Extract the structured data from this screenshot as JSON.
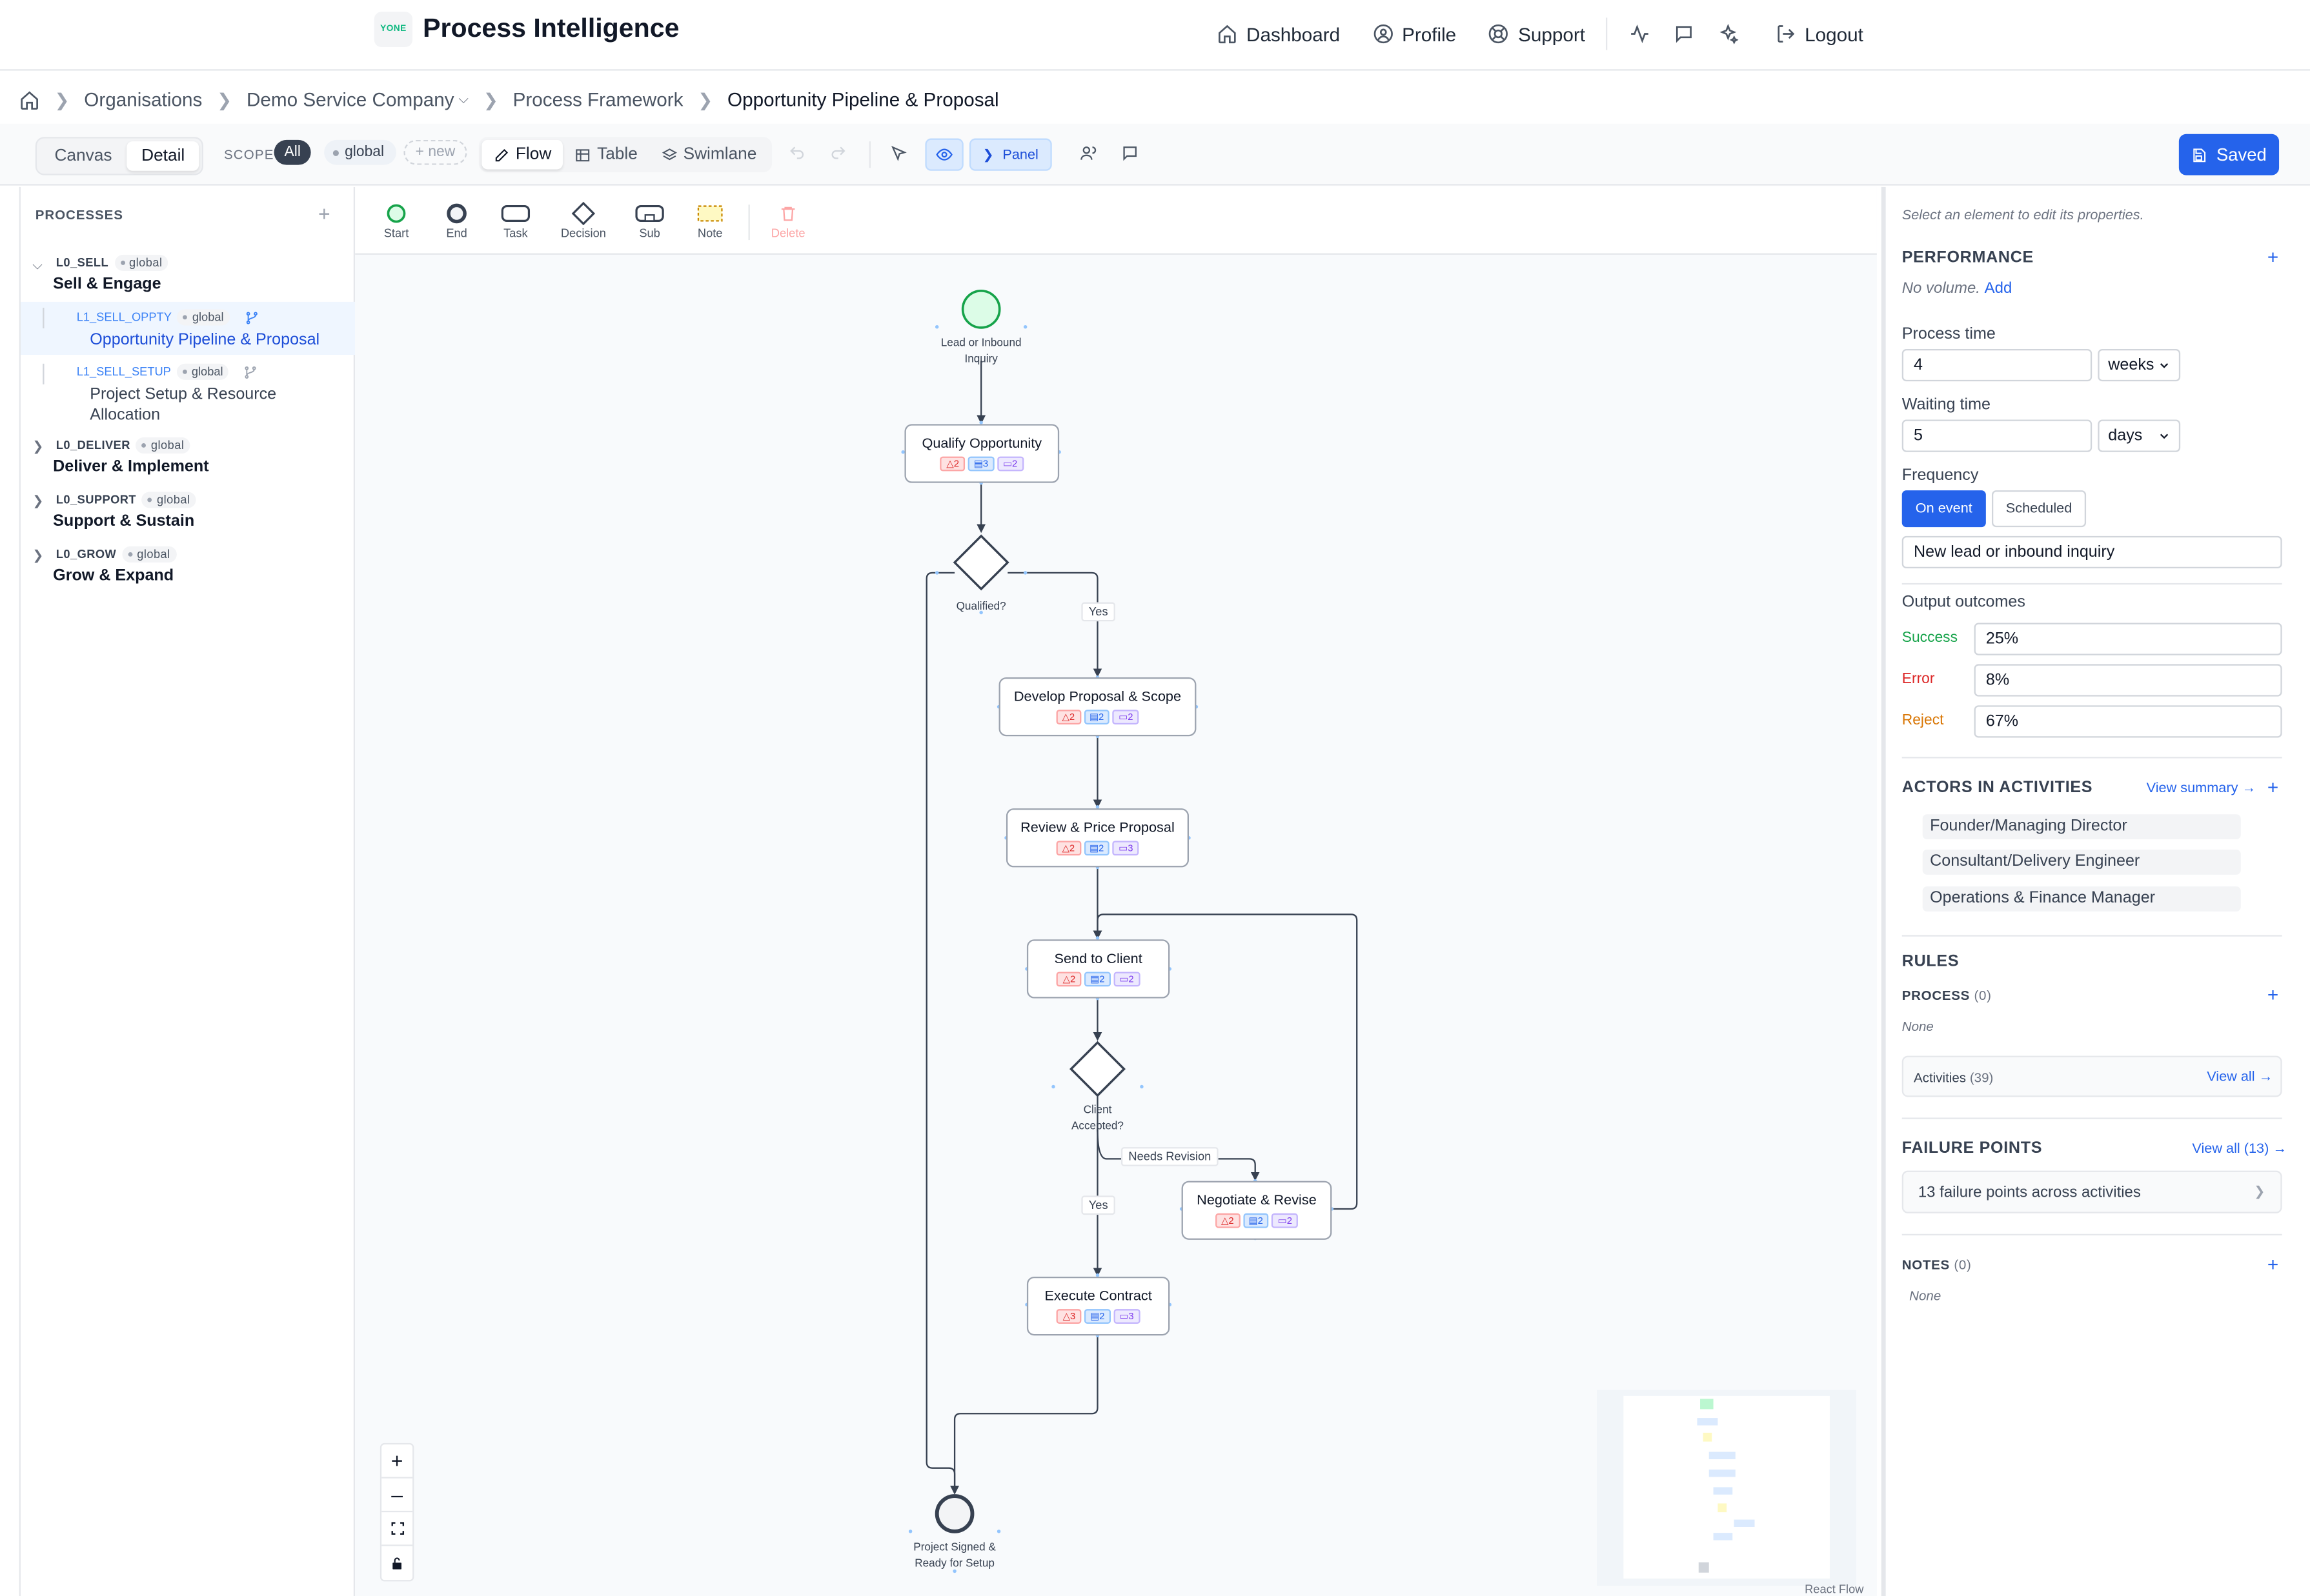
{
  "header": {
    "logo_text": "YONE",
    "app_title": "Process Intelligence",
    "nav": [
      {
        "label": "Dashboard",
        "icon": "home-icon"
      },
      {
        "label": "Profile",
        "icon": "user-circle-icon"
      },
      {
        "label": "Support",
        "icon": "lifebuoy-icon"
      }
    ],
    "logout_label": "Logout"
  },
  "breadcrumb": {
    "items": [
      "Organisations",
      "Demo Service Company",
      "Process Framework"
    ],
    "current": "Opportunity Pipeline & Proposal"
  },
  "toolbar": {
    "mode_canvas": "Canvas",
    "mode_detail": "Detail",
    "scope_label": "SCOPE",
    "scope_all": "All",
    "scope_global": "global",
    "scope_new": "+ new",
    "view_flow": "Flow",
    "view_table": "Table",
    "view_swimlane": "Swimlane",
    "panel_label": "Panel",
    "saved_label": "Saved"
  },
  "sidebar": {
    "title": "PROCESSES",
    "tag": "global",
    "groups": [
      {
        "code": "L0_SELL",
        "name": "Sell & Engage"
      },
      {
        "code": "L0_DELIVER",
        "name": "Deliver & Implement"
      },
      {
        "code": "L0_SUPPORT",
        "name": "Support & Sustain"
      },
      {
        "code": "L0_GROW",
        "name": "Grow & Expand"
      }
    ],
    "children": [
      {
        "code": "L1_SELL_OPPTY",
        "name": "Opportunity Pipeline & Proposal"
      },
      {
        "code": "L1_SELL_SETUP",
        "name_line1": "Project Setup & Resource",
        "name_line2": "Allocation"
      }
    ]
  },
  "palette": {
    "start": "Start",
    "end": "End",
    "task": "Task",
    "decision": "Decision",
    "sub": "Sub",
    "note": "Note",
    "delete": "Delete"
  },
  "flow": {
    "start_label_1": "Lead or Inbound",
    "start_label_2": "Inquiry",
    "end_label_1": "Project Signed &",
    "end_label_2": "Ready for Setup",
    "decision1": "Qualified?",
    "decision2_1": "Client",
    "decision2_2": "Accepted?",
    "edge_yes": "Yes",
    "edge_needs_revision": "Needs Revision",
    "tasks": [
      {
        "title": "Qualify Opportunity",
        "r": "2",
        "b": "3",
        "p": "2"
      },
      {
        "title": "Develop Proposal & Scope",
        "r": "2",
        "b": "2",
        "p": "2"
      },
      {
        "title": "Review & Price Proposal",
        "r": "2",
        "b": "2",
        "p": "3"
      },
      {
        "title": "Send to Client",
        "r": "2",
        "b": "2",
        "p": "2"
      },
      {
        "title": "Negotiate & Revise",
        "r": "2",
        "b": "2",
        "p": "2"
      },
      {
        "title": "Execute Contract",
        "r": "3",
        "b": "2",
        "p": "3"
      }
    ],
    "attribution": "React Flow"
  },
  "panel": {
    "hint": "Select an element to edit its properties.",
    "performance_title": "PERFORMANCE",
    "no_volume": "No volume.",
    "add_link": "Add",
    "process_time_label": "Process time",
    "process_time_value": "4",
    "process_time_unit": "weeks",
    "waiting_time_label": "Waiting time",
    "waiting_time_value": "5",
    "waiting_time_unit": "days",
    "frequency_label": "Frequency",
    "freq_on_event": "On event",
    "freq_scheduled": "Scheduled",
    "frequency_value": "New lead or inbound inquiry",
    "outcomes_label": "Output outcomes",
    "success_label": "Success",
    "success_value": "25%",
    "error_label": "Error",
    "error_value": "8%",
    "reject_label": "Reject",
    "reject_value": "67%",
    "actors_title": "ACTORS IN ACTIVITIES",
    "view_summary": "View summary →",
    "actors": [
      "Founder/Managing Director",
      "Consultant/Delivery Engineer",
      "Operations & Finance Manager"
    ],
    "rules_title": "RULES",
    "process_rules": "PROCESS",
    "process_rules_count": "(0)",
    "none": "None",
    "activities_label": "Activities",
    "activities_count": "(39)",
    "view_all": "View all →",
    "failure_title": "FAILURE POINTS",
    "failure_view_all": "View all (13) →",
    "failure_summary": "13 failure points across activities",
    "notes_title": "NOTES",
    "notes_count": "(0)"
  },
  "colors": {
    "accent": "#2563eb",
    "success": "#16a34a",
    "error": "#dc2626",
    "reject": "#d97706"
  }
}
